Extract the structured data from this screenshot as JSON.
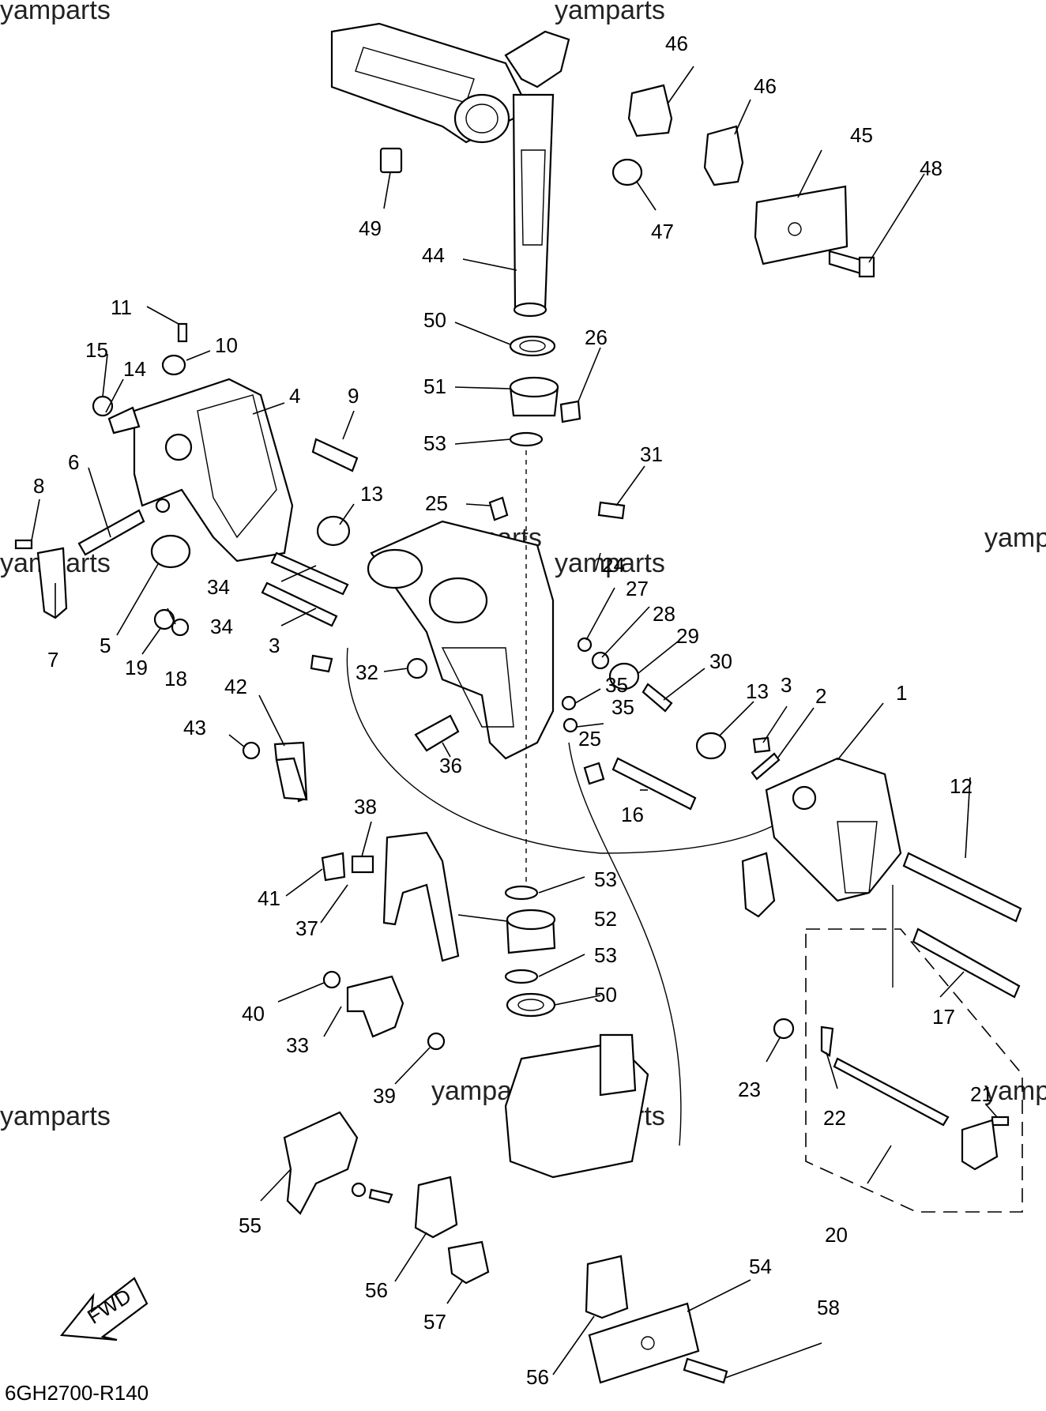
{
  "watermark": "yamparts",
  "diagram_code": "6GH2700-R140",
  "fwd_label": "FWD",
  "callouts": {
    "c1": "1",
    "c2": "2",
    "c3a": "3",
    "c3b": "3",
    "c4": "4",
    "c5": "5",
    "c6": "6",
    "c7": "7",
    "c8": "8",
    "c9": "9",
    "c10": "10",
    "c11": "11",
    "c12": "12",
    "c13a": "13",
    "c13b": "13",
    "c14": "14",
    "c15": "15",
    "c16": "16",
    "c17": "17",
    "c18": "18",
    "c19": "19",
    "c20": "20",
    "c21": "21",
    "c22": "22",
    "c23": "23",
    "c24": "24",
    "c25a": "25",
    "c25b": "25",
    "c26": "26",
    "c27": "27",
    "c28": "28",
    "c29": "29",
    "c30": "30",
    "c31": "31",
    "c32": "32",
    "c33": "33",
    "c34a": "34",
    "c34b": "34",
    "c35a": "35",
    "c35b": "35",
    "c36": "36",
    "c37": "37",
    "c38": "38",
    "c39": "39",
    "c40": "40",
    "c41": "41",
    "c42": "42",
    "c43": "43",
    "c44": "44",
    "c45": "45",
    "c46a": "46",
    "c46b": "46",
    "c47": "47",
    "c48": "48",
    "c49": "49",
    "c50a": "50",
    "c50b": "50",
    "c51": "51",
    "c52": "52",
    "c53a": "53",
    "c53b": "53",
    "c53c": "53",
    "c54": "54",
    "c55": "55",
    "c56a": "56",
    "c56b": "56",
    "c57": "57",
    "c58": "58"
  }
}
